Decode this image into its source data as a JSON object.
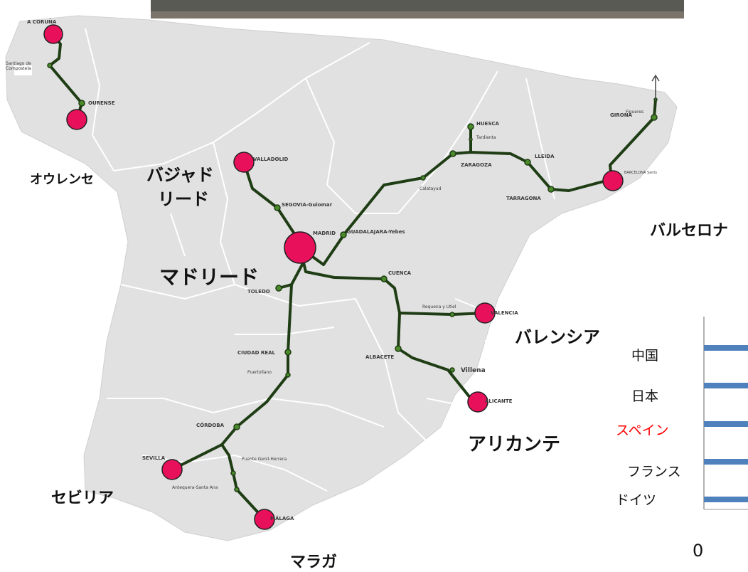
{
  "map": {
    "big_labels": {
      "ourense": "オウレンセ",
      "valladolid_line1": "バジャド",
      "valladolid_line2": "リード",
      "madrid": "マドリード",
      "barcelona": "バルセロナ",
      "valencia": "バレンシア",
      "alicante": "アリカンテ",
      "sevilla": "セビリア",
      "malaga": "マラガ"
    },
    "station_labels": {
      "a_coruna": "A CORUÑA",
      "santiago": "Santiago de Compostela",
      "ourense": "OURENSE",
      "valladolid": "VALLADOLID",
      "segovia": "SEGOVIA-Guiomar",
      "madrid": "MADRID",
      "guadalajara": "GUADALAJARA-Yebes",
      "huesca": "HUESCA",
      "tardienta": "Tardienta",
      "zaragoza": "ZARAGOZA",
      "calatayud": "Calatayud",
      "lleida": "LLEIDA",
      "tarragona": "TARRAGONA",
      "barcelona": "BARCELONA Sants",
      "girona": "GIRONA",
      "figueres": "Figueres",
      "toledo": "TOLEDO",
      "cuenca": "CUENCA",
      "requena": "Requena y Utiel",
      "valencia": "VALENCIA",
      "albacete": "ALBACETE",
      "villena": "Villena",
      "alicante": "ALICANTE",
      "ciudad_real": "CIUDAD REAL",
      "puertollano": "Puertollano",
      "cordoba": "CÓRDOBA",
      "sevilla": "SEVILLA",
      "puente_genil": "Puente Genil-Herrera",
      "antequera": "Antequera-Santa Ana",
      "malaga": "MÁLAGA"
    }
  },
  "chart": {
    "categories": [
      "中国",
      "日本",
      "スペイン",
      "フランス",
      "ドイツ"
    ],
    "highlight_category": "スペイン",
    "highlight_color": "#ff0000",
    "bar_color": "#4f81bd",
    "axis_zero_label": "0"
  },
  "colors": {
    "land": "#e1e1e1",
    "region_border": "#ffffff",
    "rail": "#1f3d14",
    "station_node": "#4a8a2a",
    "city_marker": "#e8105a"
  }
}
